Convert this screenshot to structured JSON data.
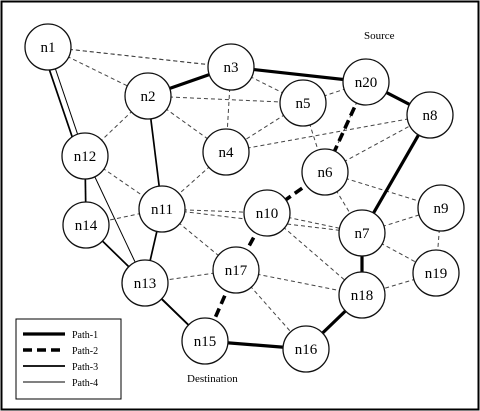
{
  "nodes": [
    {
      "id": "n1",
      "label": "n1"
    },
    {
      "id": "n2",
      "label": "n2"
    },
    {
      "id": "n3",
      "label": "n3"
    },
    {
      "id": "n4",
      "label": "n4"
    },
    {
      "id": "n5",
      "label": "n5"
    },
    {
      "id": "n6",
      "label": "n6"
    },
    {
      "id": "n7",
      "label": "n7"
    },
    {
      "id": "n8",
      "label": "n8"
    },
    {
      "id": "n9",
      "label": "n9"
    },
    {
      "id": "n10",
      "label": "n10"
    },
    {
      "id": "n11",
      "label": "n11"
    },
    {
      "id": "n12",
      "label": "n12"
    },
    {
      "id": "n13",
      "label": "n13"
    },
    {
      "id": "n14",
      "label": "n14"
    },
    {
      "id": "n15",
      "label": "n15"
    },
    {
      "id": "n16",
      "label": "n16"
    },
    {
      "id": "n17",
      "label": "n17"
    },
    {
      "id": "n18",
      "label": "n18"
    },
    {
      "id": "n19",
      "label": "n19"
    },
    {
      "id": "n20",
      "label": "n20"
    }
  ],
  "labels": {
    "source": "Source",
    "destination": "Destination"
  },
  "legend": [
    {
      "key": "path1",
      "label": "Path-1"
    },
    {
      "key": "path2",
      "label": "Path-2"
    },
    {
      "key": "path3",
      "label": "Path-3"
    },
    {
      "key": "path4",
      "label": "Path-4"
    }
  ],
  "edges": [
    {
      "from": "n1",
      "to": "n3",
      "style": "dashed"
    },
    {
      "from": "n1",
      "to": "n2",
      "style": "dashed"
    },
    {
      "from": "n1",
      "to": "n20",
      "style": "dashed"
    },
    {
      "from": "n2",
      "to": "n12",
      "style": "dashed"
    },
    {
      "from": "n2",
      "to": "n4",
      "style": "dashed"
    },
    {
      "from": "n2",
      "to": "n5",
      "style": "dashed"
    },
    {
      "from": "n3",
      "to": "n5",
      "style": "dashed"
    },
    {
      "from": "n3",
      "to": "n4",
      "style": "dashed"
    },
    {
      "from": "n5",
      "to": "n20",
      "style": "dashed"
    },
    {
      "from": "n5",
      "to": "n4",
      "style": "dashed"
    },
    {
      "from": "n5",
      "to": "n6",
      "style": "dashed"
    },
    {
      "from": "n4",
      "to": "n8",
      "style": "dashed"
    },
    {
      "from": "n4",
      "to": "n11",
      "style": "dashed"
    },
    {
      "from": "n20",
      "to": "n6",
      "style": "dashed"
    },
    {
      "from": "n6",
      "to": "n8",
      "style": "dashed"
    },
    {
      "from": "n6",
      "to": "n7",
      "style": "dashed"
    },
    {
      "from": "n6",
      "to": "n9",
      "style": "dashed"
    },
    {
      "from": "n12",
      "to": "n14",
      "style": "dashed"
    },
    {
      "from": "n12",
      "to": "n11",
      "style": "dashed"
    },
    {
      "from": "n11",
      "to": "n14",
      "style": "dashed"
    },
    {
      "from": "n11",
      "to": "n10",
      "style": "dashed"
    },
    {
      "from": "n11",
      "to": "n17",
      "style": "dashed"
    },
    {
      "from": "n11",
      "to": "n7",
      "style": "dashed"
    },
    {
      "from": "n14",
      "to": "n13",
      "style": "dashed"
    },
    {
      "from": "n10",
      "to": "n7",
      "style": "dashed"
    },
    {
      "from": "n10",
      "to": "n18",
      "style": "dashed"
    },
    {
      "from": "n17",
      "to": "n13",
      "style": "dashed"
    },
    {
      "from": "n17",
      "to": "n18",
      "style": "dashed"
    },
    {
      "from": "n17",
      "to": "n16",
      "style": "dashed"
    },
    {
      "from": "n13",
      "to": "n15",
      "style": "dashed"
    },
    {
      "from": "n7",
      "to": "n9",
      "style": "dashed"
    },
    {
      "from": "n7",
      "to": "n19",
      "style": "dashed"
    },
    {
      "from": "n9",
      "to": "n19",
      "style": "dashed"
    },
    {
      "from": "n19",
      "to": "n18",
      "style": "dashed"
    },
    {
      "from": "n18",
      "to": "n16",
      "style": "dashed"
    },
    {
      "from": "n2",
      "to": "n3",
      "style": "path1"
    },
    {
      "from": "n3",
      "to": "n20",
      "style": "path1"
    },
    {
      "from": "n20",
      "to": "n8",
      "style": "path1"
    },
    {
      "from": "n8",
      "to": "n7",
      "style": "path1"
    },
    {
      "from": "n7",
      "to": "n18",
      "style": "path1"
    },
    {
      "from": "n18",
      "to": "n16",
      "style": "path1"
    },
    {
      "from": "n16",
      "to": "n15",
      "style": "path1"
    },
    {
      "from": "n20",
      "to": "n6",
      "style": "path2"
    },
    {
      "from": "n6",
      "to": "n10",
      "style": "path2"
    },
    {
      "from": "n10",
      "to": "n17",
      "style": "path2"
    },
    {
      "from": "n17",
      "to": "n15",
      "style": "path2"
    },
    {
      "from": "n2",
      "to": "n11",
      "style": "path3"
    },
    {
      "from": "n11",
      "to": "n13",
      "style": "path3"
    },
    {
      "from": "n13",
      "to": "n15",
      "style": "path3"
    },
    {
      "from": "n1",
      "to": "n12",
      "style": "path4"
    },
    {
      "from": "n12",
      "to": "n13",
      "style": "path4"
    },
    {
      "from": "n1",
      "to": "n12",
      "style": "path3"
    },
    {
      "from": "n12",
      "to": "n14",
      "style": "path3"
    },
    {
      "from": "n14",
      "to": "n15",
      "style": "path3"
    }
  ]
}
